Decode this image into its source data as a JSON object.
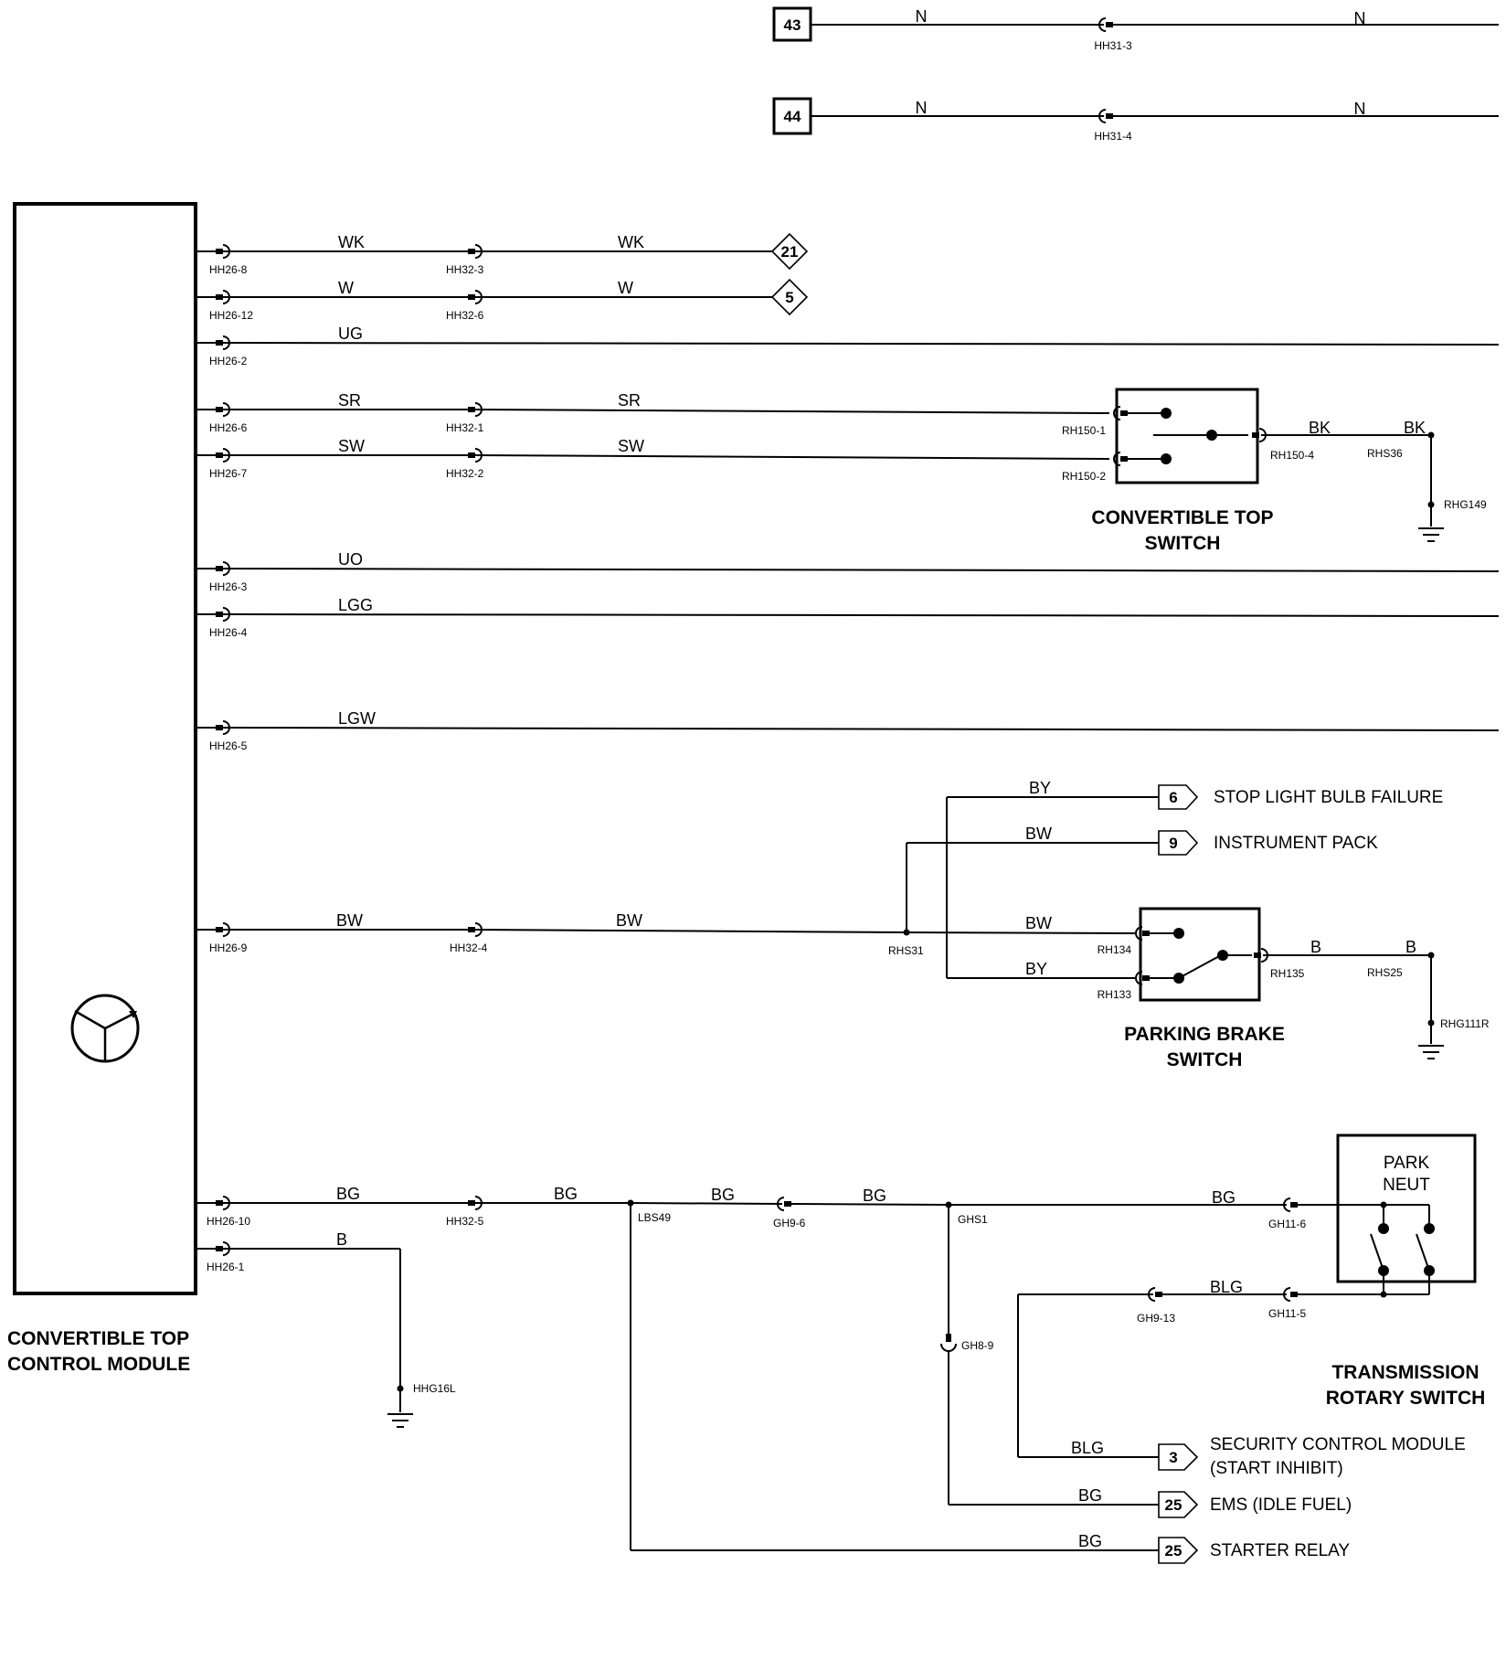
{
  "colors": {
    "line": "#000000",
    "background": "#ffffff"
  },
  "module": {
    "title_line1": "CONVERTIBLE TOP",
    "title_line2": "CONTROL MODULE",
    "icon": "gauge-icon"
  },
  "top_refs": [
    {
      "num": "43",
      "wire1": "N",
      "connector": "HH31-3",
      "wire2": "N"
    },
    {
      "num": "44",
      "wire1": "N",
      "connector": "HH31-4",
      "wire2": "N"
    }
  ],
  "pins": [
    {
      "pin": "HH26-8",
      "wire": "WK",
      "inline": "HH32-3",
      "wire2": "WK",
      "ref": "21"
    },
    {
      "pin": "HH26-12",
      "wire": "W",
      "inline": "HH32-6",
      "wire2": "W",
      "ref": "5"
    },
    {
      "pin": "HH26-2",
      "wire": "UG"
    },
    {
      "pin": "HH26-6",
      "wire": "SR",
      "inline": "HH32-1",
      "wire2": "SR"
    },
    {
      "pin": "HH26-7",
      "wire": "SW",
      "inline": "HH32-2",
      "wire2": "SW"
    },
    {
      "pin": "HH26-3",
      "wire": "UO"
    },
    {
      "pin": "HH26-4",
      "wire": "LGG"
    },
    {
      "pin": "HH26-5",
      "wire": "LGW"
    },
    {
      "pin": "HH26-9",
      "wire": "BW",
      "inline": "HH32-4",
      "wire2": "BW"
    },
    {
      "pin": "HH26-10",
      "wire": "BG",
      "inline": "HH32-5",
      "wire2": "BG"
    },
    {
      "pin": "HH26-1",
      "wire": "B"
    }
  ],
  "top_switch": {
    "title_line1": "CONVERTIBLE TOP",
    "title_line2": "SWITCH",
    "pin1": "RH150-1",
    "pin2": "RH150-2",
    "pin4": "RH150-4",
    "wire_out1": "BK",
    "splice": "RHS36",
    "wire_out2": "BK",
    "ground": "RHG149"
  },
  "parking_brake": {
    "title_line1": "PARKING BRAKE",
    "title_line2": "SWITCH",
    "splice_in": "RHS31",
    "wire_by_top": "BY",
    "wire_bw_top": "BW",
    "wire_bw_sw": "BW",
    "wire_by_sw": "BY",
    "pin134": "RH134",
    "pin133": "RH133",
    "pin135": "RH135",
    "wire_out1": "B",
    "splice": "RHS25",
    "wire_out2": "B",
    "ground": "RHG111R",
    "ref_stop_num": "6",
    "ref_stop_label": "STOP LIGHT BULB FAILURE",
    "ref_inst_num": "9",
    "ref_inst_label": "INSTRUMENT PACK"
  },
  "bottom": {
    "ground_b": "HHG16L",
    "splice_lbs": "LBS49",
    "wire_bg_a": "BG",
    "conn_gh9_6": "GH9-6",
    "wire_bg_b": "BG",
    "splice_ghs": "GHS1",
    "wire_bg_c": "BG",
    "conn_gh11_6": "GH11-6",
    "conn_gh8_9": "GH8-9",
    "conn_gh9_13": "GH9-13",
    "wire_blg": "BLG",
    "conn_gh11_5": "GH11-5",
    "trans_line1": "PARK",
    "trans_line2": "NEUT",
    "trans_title1": "TRANSMISSION",
    "trans_title2": "ROTARY SWITCH",
    "ref_sec_num": "3",
    "ref_sec_wire": "BLG",
    "ref_sec_line1": "SECURITY CONTROL MODULE",
    "ref_sec_line2": "(START INHIBIT)",
    "ref_ems_num": "25",
    "ref_ems_wire": "BG",
    "ref_ems_label": "EMS (IDLE FUEL)",
    "ref_start_num": "25",
    "ref_start_wire": "BG",
    "ref_start_label": "STARTER RELAY"
  }
}
